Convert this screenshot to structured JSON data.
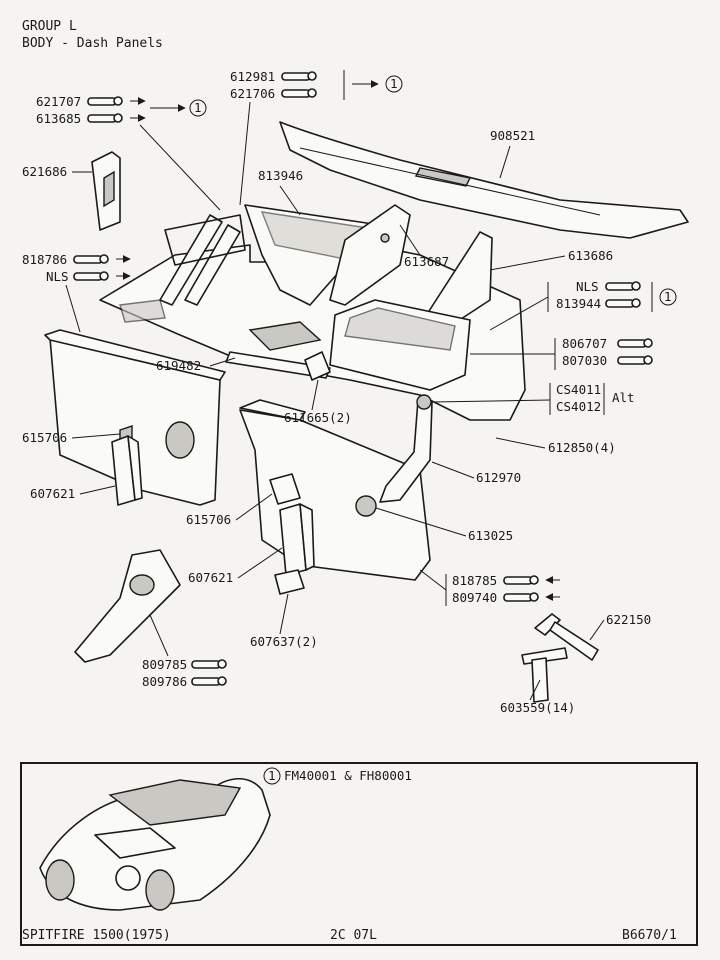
{
  "header": {
    "group": "GROUP L",
    "section": "BODY - Dash Panels"
  },
  "callouts": {
    "p621707": "621707",
    "p613685": "613685",
    "p612981": "612981",
    "p621706": "621706",
    "p908521": "908521",
    "p621686": "621686",
    "p813946": "813946",
    "p818786": "818786",
    "nls_a": "NLS",
    "p613687": "613687",
    "p613686": "613686",
    "nls_b": "NLS",
    "p813944": "813944",
    "p806707": "806707",
    "p807030": "807030",
    "p619482": "619482",
    "p611665": "611665(2)",
    "pcs4011": "CS4011",
    "pcs4012": "CS4012",
    "alt": "Alt",
    "p615706a": "615706",
    "p612850": "612850(4)",
    "p612970": "612970",
    "p607621a": "607621",
    "p615706b": "615706",
    "p613025": "613025",
    "p607621b": "607621",
    "p818785": "818785",
    "p809740": "809740",
    "p622150": "622150",
    "p607637": "607637(2)",
    "p809785": "809785",
    "p809786": "809786",
    "p603559": "603559(14)",
    "circle_1": "1"
  },
  "inset": {
    "note": "FM40001 & FH80001",
    "note_marker": "1"
  },
  "footer": {
    "model": "SPITFIRE 1500(1975)",
    "page_code": "2C 07L",
    "ref": "B6670/1"
  },
  "colors": {
    "ink": "#1a1a1a",
    "paper": "#f5f4f0",
    "shade": "#c9c8c2"
  }
}
